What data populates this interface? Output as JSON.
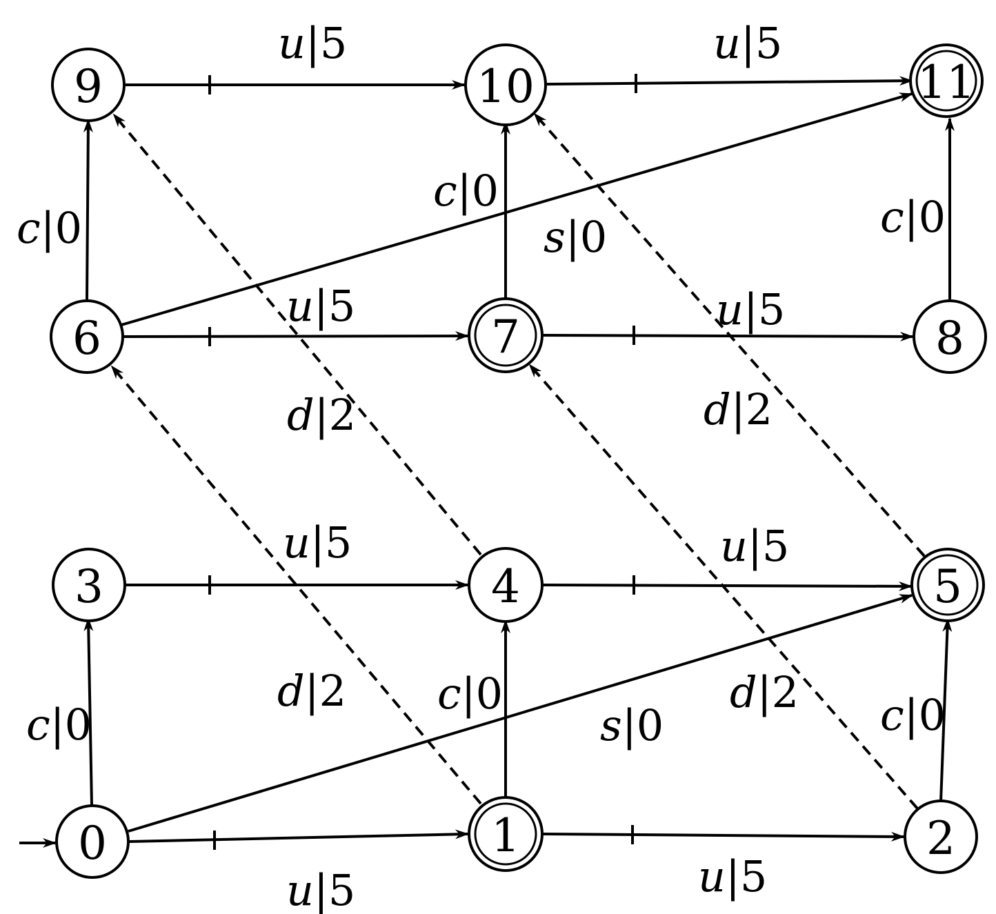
{
  "nodes": [
    {
      "id": "0",
      "label": "0",
      "accepting": false,
      "initial": true
    },
    {
      "id": "1",
      "label": "1",
      "accepting": true
    },
    {
      "id": "2",
      "label": "2",
      "accepting": false
    },
    {
      "id": "3",
      "label": "3",
      "accepting": false
    },
    {
      "id": "4",
      "label": "4",
      "accepting": false
    },
    {
      "id": "5",
      "label": "5",
      "accepting": true
    },
    {
      "id": "6",
      "label": "6",
      "accepting": false
    },
    {
      "id": "7",
      "label": "7",
      "accepting": true
    },
    {
      "id": "8",
      "label": "8",
      "accepting": false
    },
    {
      "id": "9",
      "label": "9",
      "accepting": false
    },
    {
      "id": "10",
      "label": "10",
      "accepting": false
    },
    {
      "id": "11",
      "label": "11",
      "accepting": true
    }
  ],
  "edges": [
    {
      "from": "0",
      "to": "1",
      "symbol": "u",
      "weight": "5"
    },
    {
      "from": "1",
      "to": "2",
      "symbol": "u",
      "weight": "5"
    },
    {
      "from": "0",
      "to": "3",
      "symbol": "c",
      "weight": "0"
    },
    {
      "from": "1",
      "to": "4",
      "symbol": "c",
      "weight": "0"
    },
    {
      "from": "2",
      "to": "5",
      "symbol": "c",
      "weight": "0"
    },
    {
      "from": "0",
      "to": "5",
      "symbol": "s",
      "weight": "0"
    },
    {
      "from": "1",
      "to": "6",
      "symbol": "d",
      "weight": "2"
    },
    {
      "from": "2",
      "to": "7",
      "symbol": "d",
      "weight": "2"
    },
    {
      "from": "3",
      "to": "4",
      "symbol": "u",
      "weight": "5"
    },
    {
      "from": "4",
      "to": "5",
      "symbol": "u",
      "weight": "5"
    },
    {
      "from": "4",
      "to": "9",
      "symbol": "d",
      "weight": "2"
    },
    {
      "from": "5",
      "to": "10",
      "symbol": "d",
      "weight": "2"
    },
    {
      "from": "6",
      "to": "7",
      "symbol": "u",
      "weight": "5"
    },
    {
      "from": "7",
      "to": "8",
      "symbol": "u",
      "weight": "5"
    },
    {
      "from": "6",
      "to": "9",
      "symbol": "c",
      "weight": "0"
    },
    {
      "from": "7",
      "to": "10",
      "symbol": "c",
      "weight": "0"
    },
    {
      "from": "8",
      "to": "11",
      "symbol": "c",
      "weight": "0"
    },
    {
      "from": "6",
      "to": "11",
      "symbol": "s",
      "weight": "0"
    },
    {
      "from": "9",
      "to": "10",
      "symbol": "u",
      "weight": "5"
    },
    {
      "from": "10",
      "to": "11",
      "symbol": "u",
      "weight": "5"
    }
  ]
}
